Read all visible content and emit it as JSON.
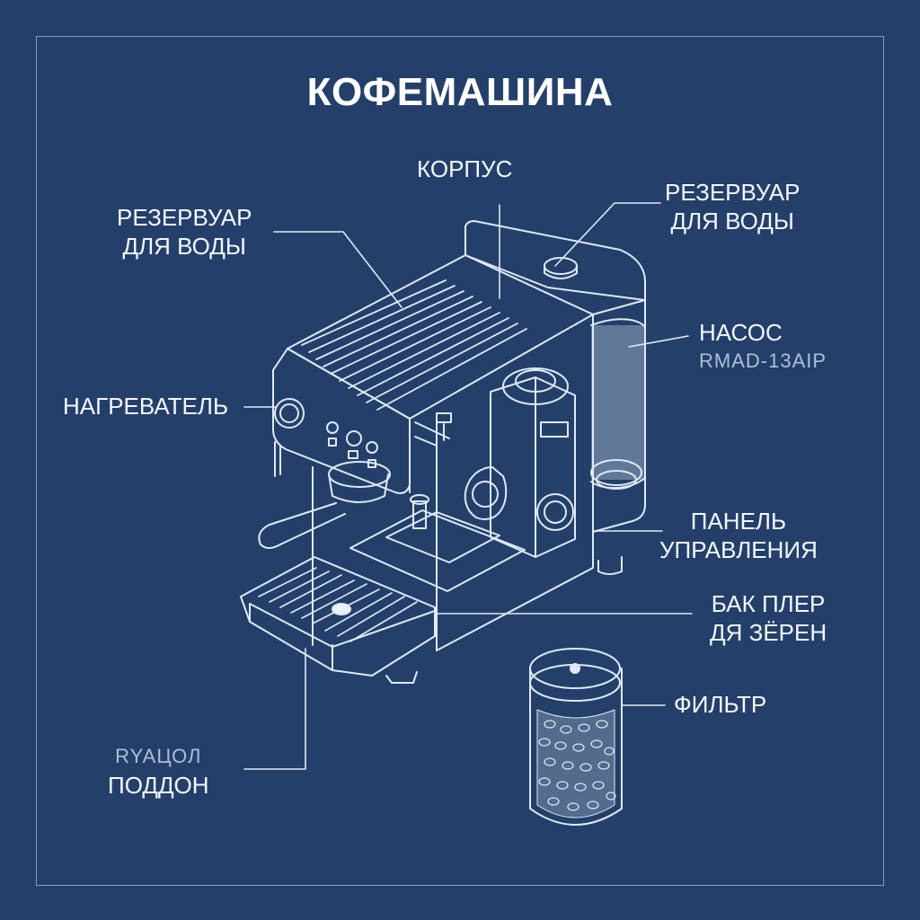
{
  "title": "КОФЕМАШИНА",
  "labels": {
    "body": "КОРПУС",
    "tank_left": [
      "РЕЗЕРВУАР",
      "ДЛЯ ВОДЫ"
    ],
    "tank_right": [
      "РЕЗЕРВУАР",
      "ДЛЯ ВОДЫ"
    ],
    "pump": "НАСОС",
    "pump_sub": "RMAD-13AIP",
    "heater": "НАГРЕВАТЕЛЬ",
    "panel": [
      "ПАНЕЛЬ",
      "УПРАВЛЕНИЯ"
    ],
    "bean_hopper": [
      "БАК ПЛЕР",
      "ДЯ ЗЁРЕН"
    ],
    "filter": "ФИЛЬТР",
    "tray": [
      "RYAЦОЛ",
      "ПОДДОН"
    ]
  },
  "colors": {
    "background": "#24406a",
    "line": "#dfe9f7",
    "text": "#f4f7fc"
  }
}
